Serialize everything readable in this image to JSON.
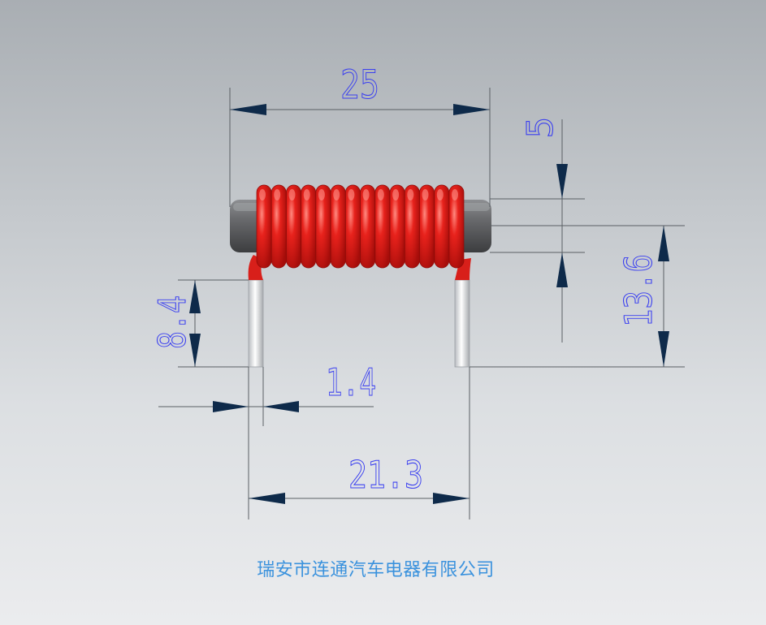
{
  "dimensions": {
    "body_length": "25",
    "coil_thickness": "5",
    "total_height": "13.6",
    "lead_length": "8.4",
    "wire_diameter": "1.4",
    "lead_spacing": "21.3"
  },
  "company_name": "瑞安市连通汽车电器有限公司",
  "colors": {
    "coil": "#e0241f",
    "core": "#5e5f61",
    "lead": "#e4e6e8",
    "dimension_line": "#5a5f64",
    "dimension_text": "#3a3ff0",
    "arrow": "#0e2a4a",
    "company_text": "#3b92dd"
  },
  "icons": {
    "coil": "copper-coil-inductor",
    "core": "ferrite-rod-core",
    "leads": "wire-lead-pins"
  }
}
